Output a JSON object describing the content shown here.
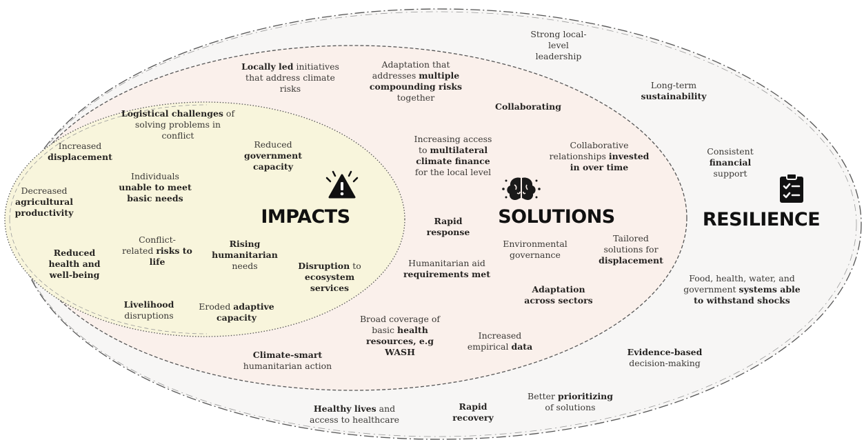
{
  "headings": {
    "impacts": "IMPACTS",
    "solutions": "SOLUTIONS",
    "resilience": "RESILIENCE"
  },
  "icons": {
    "impacts": "warning-triangle-icon",
    "solutions": "brain-icon",
    "resilience": "checklist-clipboard-icon"
  },
  "colors": {
    "impacts_fill": "#f8f5dc",
    "solutions_fill": "#faf0eb",
    "resilience_fill": "#f7f6f5"
  },
  "impacts": {
    "logistical": [
      "Logistical challenges",
      " of",
      "solving problems in",
      "conflict"
    ],
    "reduced_gov": [
      "Reduced",
      "government",
      "capacity"
    ],
    "displacement": [
      "Increased",
      "displacement"
    ],
    "basic_needs": [
      "Individuals",
      "unable to meet",
      "basic needs"
    ],
    "agricultural": [
      "Decreased",
      "agricultural",
      "productivity"
    ],
    "conflict_risks": [
      "Conflict-",
      "related ",
      "risks to",
      "life"
    ],
    "humanitarian_needs": [
      "Rising",
      "humanitarian",
      "needs"
    ],
    "health": [
      "Reduced",
      "health and",
      "well-being"
    ],
    "ecosystem": [
      "Disruption",
      " to",
      "ecosystem",
      "services"
    ],
    "livelihood": [
      "Livelihood",
      "disruptions"
    ],
    "adaptive": [
      "Eroded ",
      "adaptive",
      "capacity"
    ]
  },
  "solutions": {
    "locally_led": [
      "Locally led",
      " initiatives",
      "that address climate",
      "risks"
    ],
    "multiple_risks": [
      "Adaptation that",
      "addresses ",
      "multiple",
      "compounding risks",
      "together"
    ],
    "collaborating": "Collaborating",
    "finance": [
      "Increasing access",
      "to ",
      "multilateral",
      "climate finance",
      "for the local level"
    ],
    "relationships": [
      "Collaborative",
      "relationships ",
      "invested",
      "in over time"
    ],
    "rapid_response": [
      "Rapid",
      "response"
    ],
    "environmental": [
      "Environmental",
      "governance"
    ],
    "tailored": [
      "Tailored",
      "solutions for",
      "displacement"
    ],
    "aid": [
      "Humanitarian aid",
      "requirements met"
    ],
    "adaptation_sectors": [
      "Adaptation",
      "across sectors"
    ],
    "coverage": [
      "Broad coverage of",
      "basic ",
      "health",
      "resources, e.g",
      "WASH"
    ],
    "empirical": [
      "Increased",
      "empirical ",
      "data"
    ],
    "climate_smart": [
      "Climate-smart",
      "humanitarian action"
    ]
  },
  "resilience": {
    "leadership": [
      "Strong local-",
      "level",
      "leadership"
    ],
    "sustainability": [
      "Long-term",
      "sustainability"
    ],
    "financial": [
      "Consistent",
      "financial",
      "support"
    ],
    "systems": [
      "Food, health, water, and",
      "government ",
      "systems able",
      "to withstand shocks"
    ],
    "evidence": [
      "Evidence-based",
      "decision-making"
    ],
    "prioritizing": [
      "Better ",
      "prioritizing",
      "of solutions"
    ],
    "rapid_recovery": [
      "Rapid",
      "recovery"
    ],
    "healthy_lives": [
      "Healthy lives",
      " and",
      "access to healthcare"
    ]
  }
}
